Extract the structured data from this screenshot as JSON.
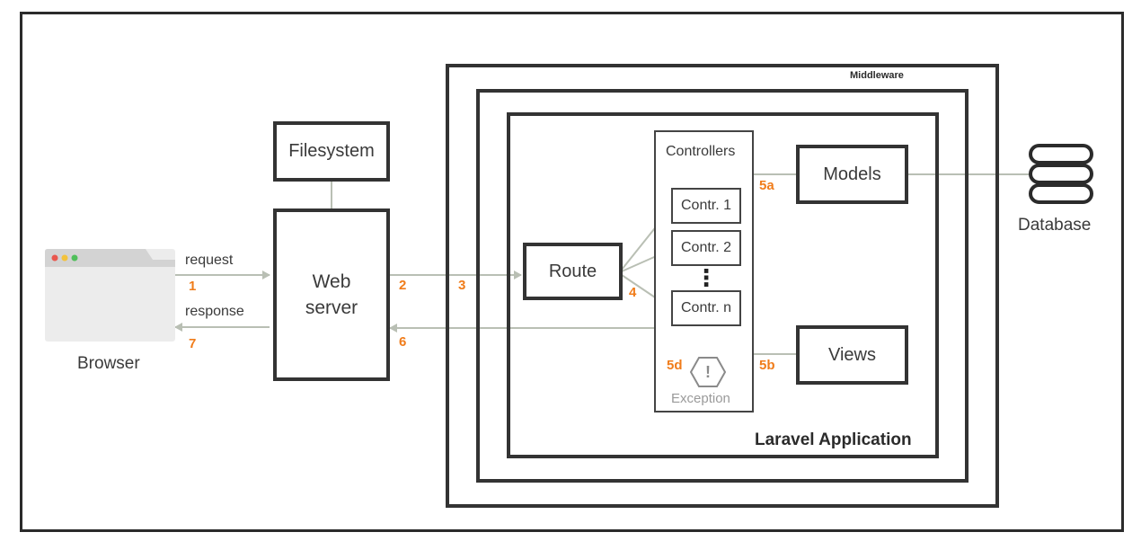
{
  "browser": {
    "label": "Browser",
    "dot_colors": [
      "#e9574e",
      "#f3c23b",
      "#4fbf5a"
    ]
  },
  "filesystem": {
    "label": "Filesystem"
  },
  "web_server": {
    "line1": "Web",
    "line2": "server"
  },
  "route": {
    "label": "Route"
  },
  "middleware": {
    "label": "Middleware"
  },
  "laravel_app": {
    "label": "Laravel Application"
  },
  "controllers": {
    "title": "Controllers",
    "items": [
      "Contr. 1",
      "Contr. 2",
      "Contr. n"
    ],
    "ellipsis": "⋮",
    "exception_label": "Exception",
    "exception_glyph": "!"
  },
  "models": {
    "label": "Models"
  },
  "views": {
    "label": "Views"
  },
  "database": {
    "label": "Database"
  },
  "edges": {
    "request": "request",
    "response": "response",
    "step1": "1",
    "step2": "2",
    "step3": "3",
    "step4": "4",
    "step5a": "5a",
    "step5b": "5b",
    "step5d": "5d",
    "step6": "6",
    "step7": "7"
  },
  "colors": {
    "accent": "#f07c1a",
    "border": "#333333",
    "arrow": "#b9bfb4"
  }
}
